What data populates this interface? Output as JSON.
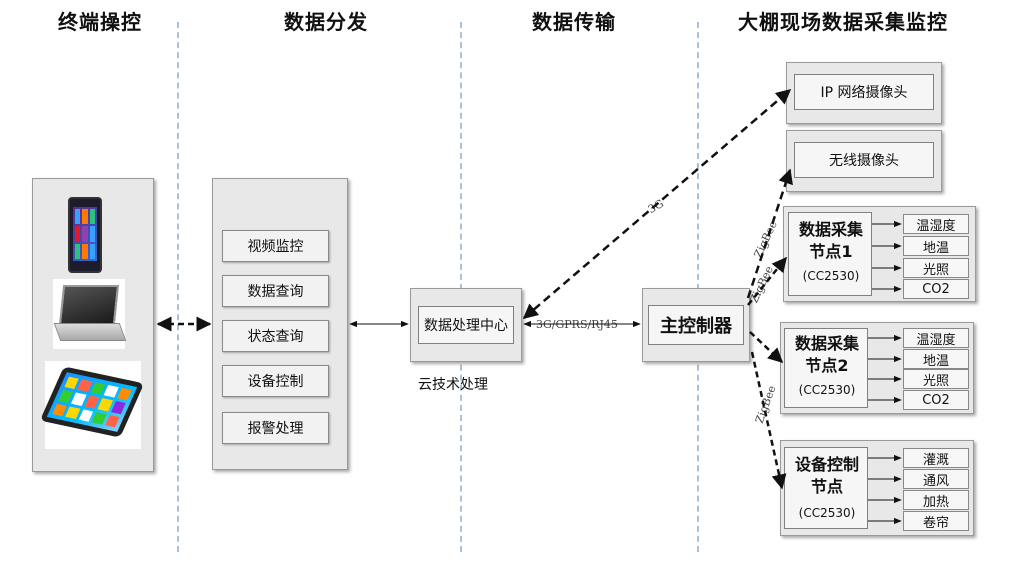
{
  "columns": {
    "terminal": "终端操控",
    "distribution": "数据分发",
    "transmission": "数据传输",
    "greenhouse": "大棚现场数据采集监控"
  },
  "distribution_items": [
    "视频监控",
    "数据查询",
    "状态查询",
    "设备控制",
    "报警处理"
  ],
  "processing_center": "数据处理中心",
  "cloud_label": "云技术处理",
  "main_controller": "主控制器",
  "links": {
    "g3": "3G",
    "g3_gprs_rj45": "3G/GPRS/RJ45",
    "zigbee": "ZigBee"
  },
  "cameras": {
    "ip_camera": "IP 网络摄像头",
    "wireless_camera": "无线摄像头"
  },
  "nodes": [
    {
      "title_line1": "数据采集",
      "title_line2": "节点1",
      "chip": "(CC2530)",
      "outputs": [
        "温湿度",
        "地温",
        "光照",
        "CO2"
      ]
    },
    {
      "title_line1": "数据采集",
      "title_line2": "节点2",
      "chip": "(CC2530)",
      "outputs": [
        "温湿度",
        "地温",
        "光照",
        "CO2"
      ]
    },
    {
      "title_line1": "设备控制",
      "title_line2": "节点",
      "chip": "(CC2530)",
      "outputs": [
        "灌溉",
        "通风",
        "加热",
        "卷帘"
      ]
    }
  ],
  "colors": {
    "separator": "#a9c2dc",
    "panel": "#e8e8e8",
    "box": "#f2f2f2",
    "arrow": "#111111"
  },
  "icons": [
    "smartphone-icon",
    "laptop-icon",
    "tablet-icon"
  ]
}
